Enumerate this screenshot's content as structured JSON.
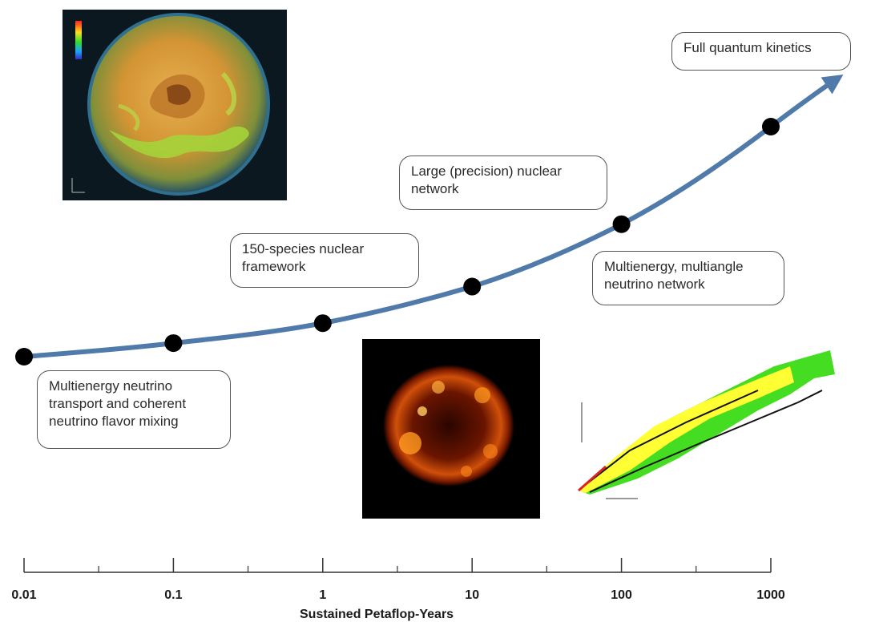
{
  "axis": {
    "title": "Sustained Petaflop-Years",
    "scale": "log",
    "ticks": [
      "0.01",
      "0.1",
      "1",
      "10",
      "100",
      "1000"
    ],
    "minor_ticks": [
      0.0316,
      0.316,
      3.16,
      31.6,
      316
    ]
  },
  "trend": {
    "points_petaflop_years": [
      0.01,
      0.1,
      1,
      10,
      100,
      1000
    ],
    "line_color": "#4f7aaa",
    "point_color": "#000000"
  },
  "callouts": [
    {
      "id": "neutrino-transport",
      "text": "Multienergy neutrino transport and coherent neutrino flavor mixing"
    },
    {
      "id": "species-150",
      "text": "150-species nuclear framework"
    },
    {
      "id": "precision-network",
      "text": "Large (precision) nuclear network"
    },
    {
      "id": "multiangle",
      "text": "Multienergy, multiangle neutrino network"
    },
    {
      "id": "quantum-kinetics",
      "text": "Full quantum kinetics"
    }
  ],
  "images": [
    {
      "name": "supernova-simulation-render",
      "colors": [
        "#0a1a24",
        "#e0a040",
        "#9ad030"
      ]
    },
    {
      "name": "supernova-remnant-xray",
      "colors": [
        "#000000",
        "#ff8a1a"
      ]
    },
    {
      "name": "nucleosynthesis-chart",
      "colors": [
        "#ffff33",
        "#44dd22"
      ]
    }
  ]
}
